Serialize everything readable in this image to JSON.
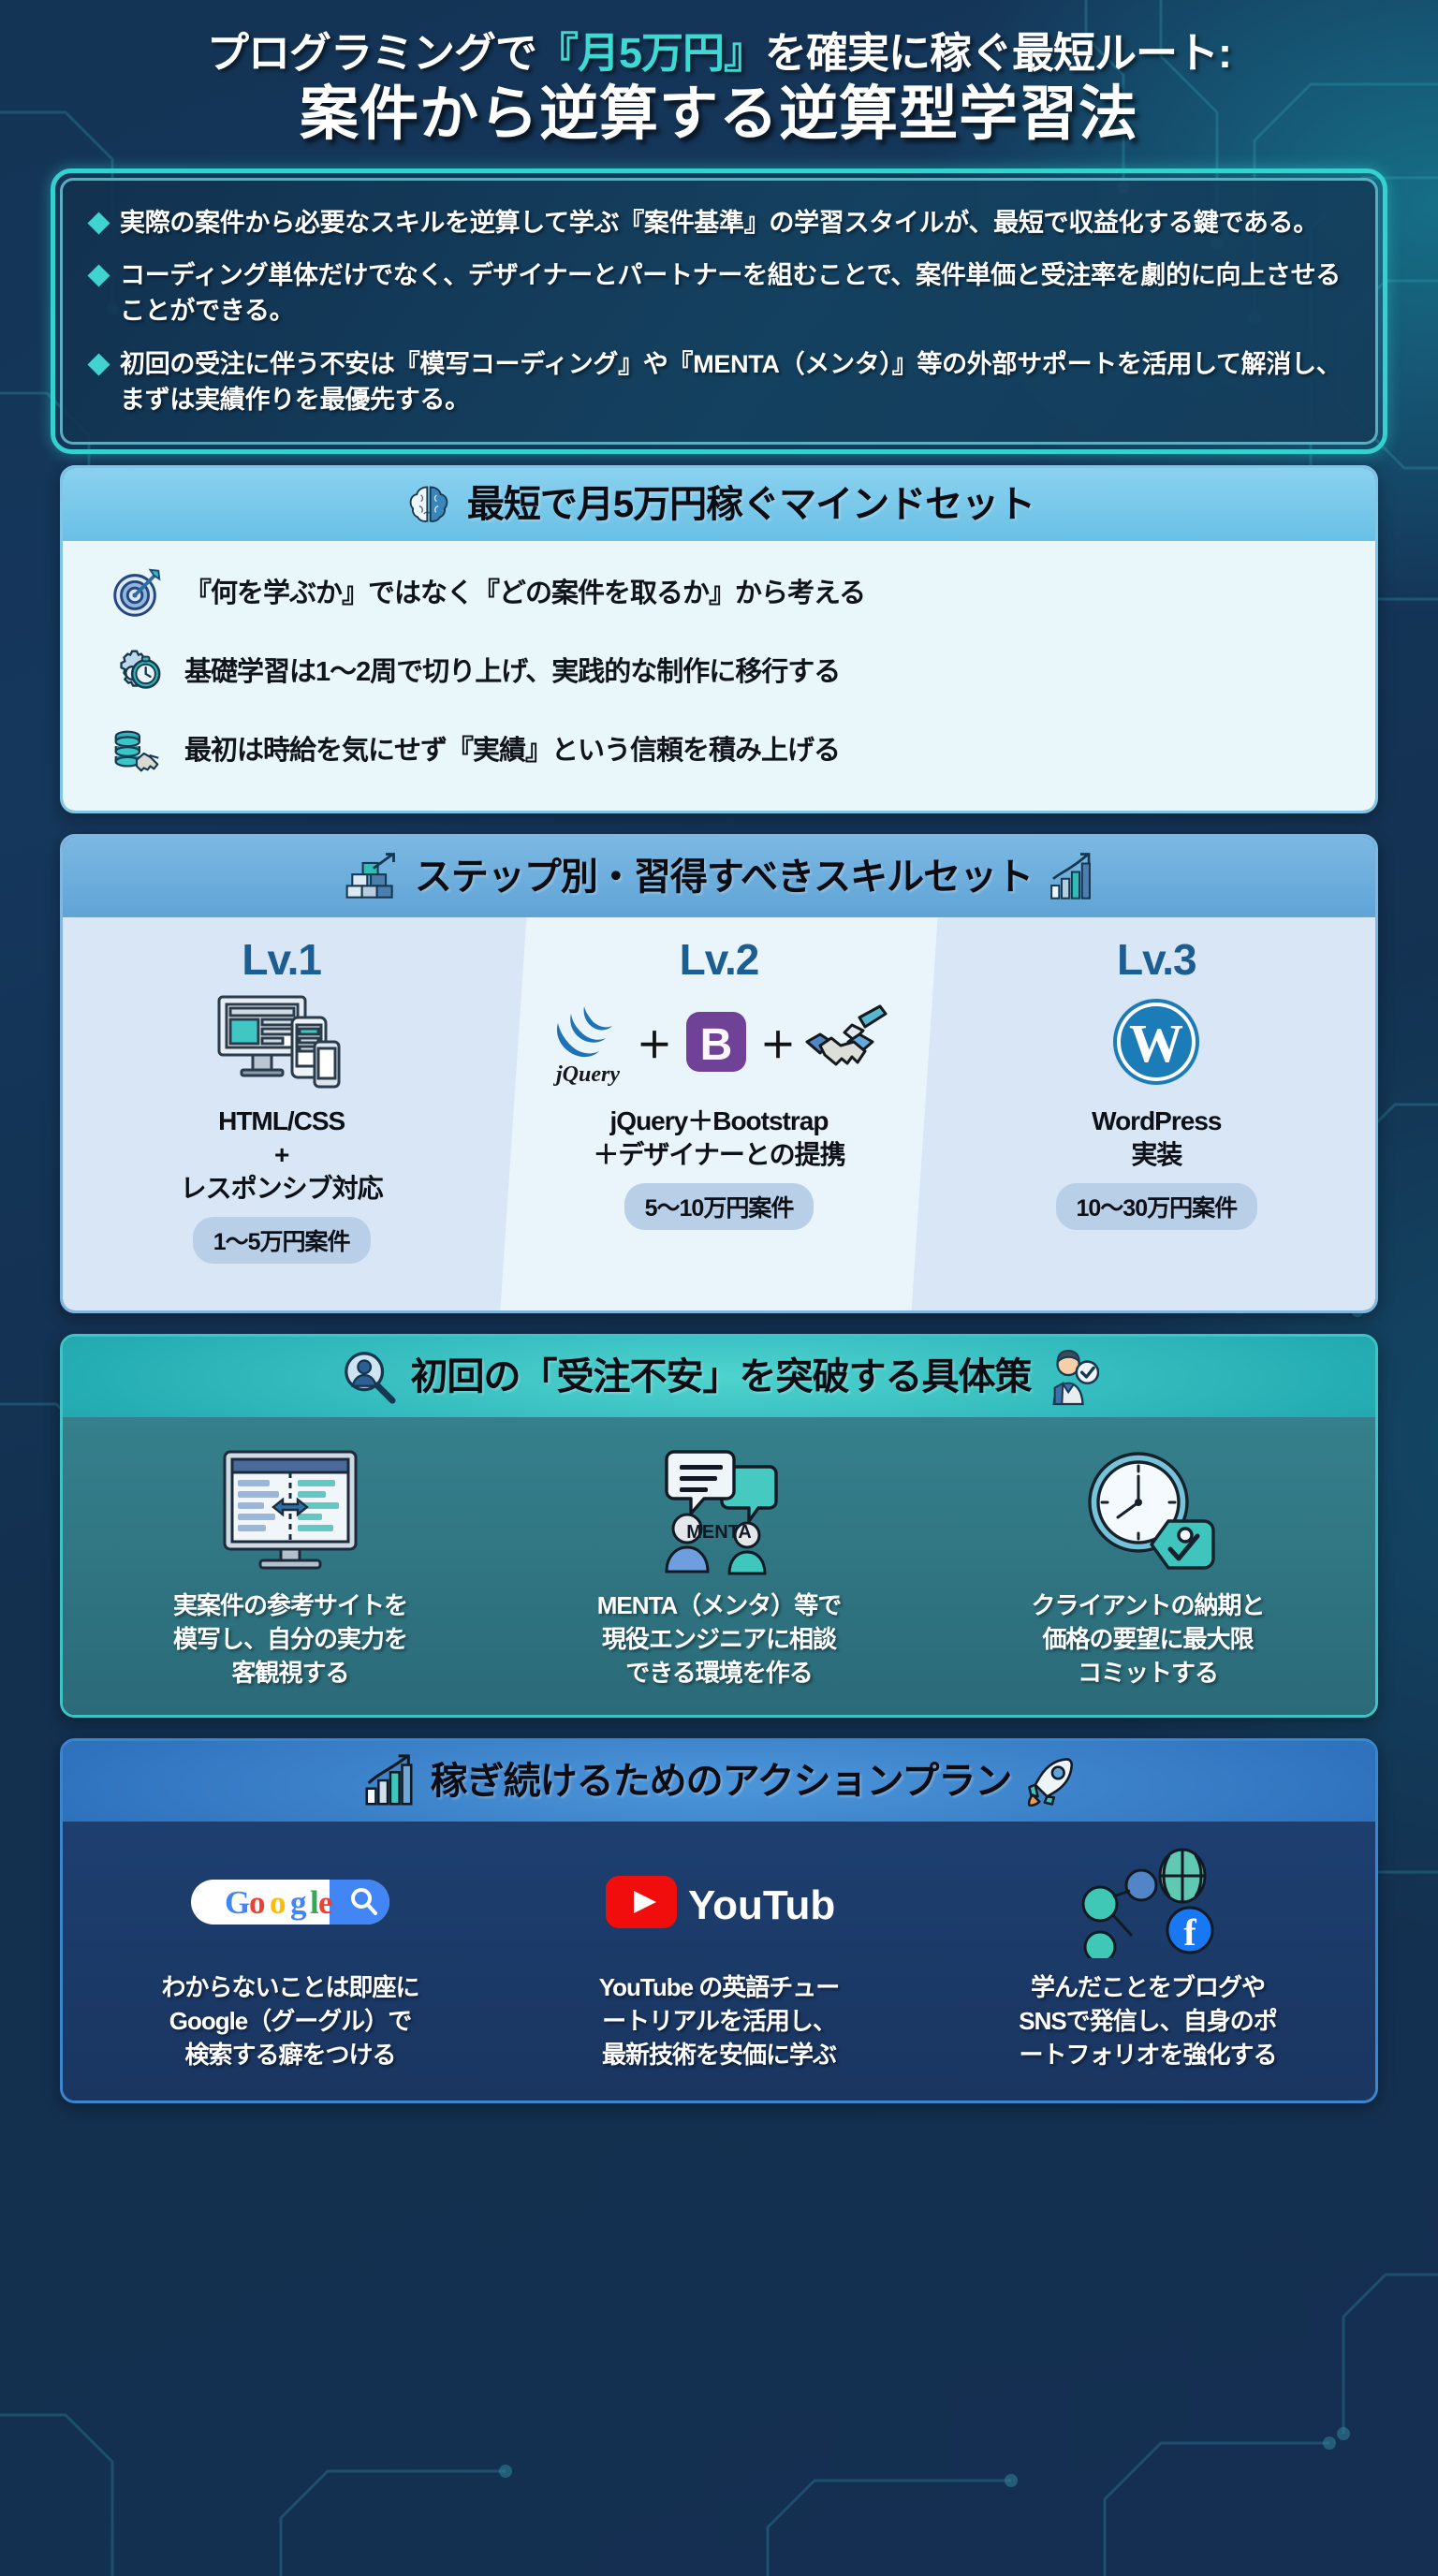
{
  "header": {
    "title_part1": "プログラミングで",
    "title_highlight": "『月5万円』",
    "title_part2": "を確実に稼ぐ最短ルート:",
    "title_line2": "案件から逆算する逆算型学習法",
    "highlight_color": "#3fd9d4"
  },
  "key_points": {
    "items": [
      "実際の案件から必要なスキルを逆算して学ぶ『案件基準』の学習スタイルが、最短で収益化する鍵である。",
      "コーディング単体だけでなく、デザイナーとパートナーを組むことで、案件単価と受注率を劇的に向上させることができる。",
      "初回の受注に伴う不安は『模写コーディング』や『MENTA（メンタ）』等の外部サポートを活用して解消し、まずは実績作りを最優先する。"
    ],
    "bullet_color": "#3fd4d0",
    "border_color": "#34d2cf"
  },
  "mindset": {
    "heading": "最短で月5万円稼ぐマインドセット",
    "heading_icon": "brain-icon",
    "header_color": "#7cc8ea",
    "body_color": "#e9f6fa",
    "rows": [
      {
        "icon": "target-dart-icon",
        "text": "『何を学ぶか』ではなく『どの案件を取るか』から考える"
      },
      {
        "icon": "gear-stopwatch-icon",
        "text": "基礎学習は1〜2周で切り上げ、実践的な制作に移行する"
      },
      {
        "icon": "coins-handshake-icon",
        "text": "最初は時給を気にせず『実績』という信頼を積み上げる"
      }
    ]
  },
  "skillset": {
    "heading": "ステップ別・習得すべきスキルセット",
    "heading_icon_left": "podium-growth-icon",
    "heading_icon_right": "bar-chart-growth-icon",
    "header_color": "#6cacdc",
    "body_color": "#d8e6f6",
    "columns": [
      {
        "level": "Lv.1",
        "icon": "responsive-devices-icon",
        "title": "HTML/CSS\n+\nレスポンシブ対応",
        "title_line1": "HTML/CSS",
        "title_line2": "+",
        "title_line3": "レスポンシブ対応",
        "price": "1〜5万円案件"
      },
      {
        "level": "Lv.2",
        "icon": "jquery-bootstrap-handshake-icon",
        "title_line1": "jQuery＋Bootstrap",
        "title_line2": "＋デザイナーとの提携",
        "title_line3": "",
        "price": "5〜10万円案件"
      },
      {
        "level": "Lv.3",
        "icon": "wordpress-icon",
        "title_line1": "WordPress",
        "title_line2": "実装",
        "title_line3": "",
        "price": "10〜30万円案件"
      }
    ]
  },
  "breakthrough": {
    "heading": "初回の「受注不安」を突破する具体策",
    "heading_icon_left": "person-magnifier-icon",
    "heading_icon_right": "engineer-check-icon",
    "header_color": "#2bb5b8",
    "body_color": "#2f7380",
    "columns": [
      {
        "icon": "code-compare-monitor-icon",
        "text_line1": "実案件の参考サイトを",
        "text_line2": "模写し、自分の実力を",
        "text_line3": "客観視する"
      },
      {
        "icon": "menta-chat-icon",
        "badge": "MENTA",
        "text_line1": "MENTA（メンタ）等で",
        "text_line2": "現役エンジニアに相談",
        "text_line3": "できる環境を作る"
      },
      {
        "icon": "clock-pricetag-icon",
        "text_line1": "クライアントの納期と",
        "text_line2": "価格の要望に最大限",
        "text_line3": "コミットする"
      }
    ]
  },
  "action_plan": {
    "heading": "稼ぎ続けるためのアクションプラン",
    "heading_icon_left": "growth-chart-icon",
    "heading_icon_right": "rocket-icon",
    "header_color": "#2b72bd",
    "body_color": "#1c3a66",
    "columns": [
      {
        "icon": "google-search-bar-icon",
        "brand": "Google",
        "text_line1": "わからないことは即座に",
        "text_line2": "Google（グーグル）で",
        "text_line3": "検索する癖をつける"
      },
      {
        "icon": "youtube-logo-icon",
        "brand": "YouTube",
        "text_line1": "YouTube の英語チュー",
        "text_line2": "ートリアルを活用し、",
        "text_line3": "最新技術を安価に学ぶ"
      },
      {
        "icon": "share-globe-facebook-icon",
        "text_line1": "学んだことをブログや",
        "text_line2": "SNSで発信し、自身のポ",
        "text_line3": "ートフォリオを強化する"
      }
    ]
  }
}
